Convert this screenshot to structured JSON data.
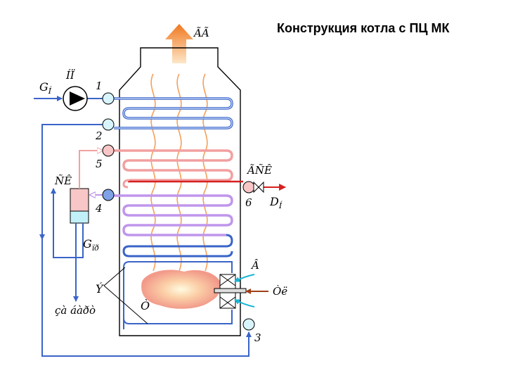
{
  "title": "Конструкция котла с ПЦ МК",
  "labels": {
    "exhaust": "ÃÃ",
    "pump": "ÍÏ",
    "g_n": "G",
    "g_n_sub": "Í",
    "g_pr": "G",
    "g_pr_sub": "ïð",
    "separator": "ÑÊ",
    "steam_out": "ÃÑÊ",
    "d_n": "D",
    "d_n_sub": "Í",
    "air": "Â",
    "fuel": "Òë",
    "furnace": "Ò",
    "screens": "Ý",
    "drain": "çà áàðò",
    "n1": "1",
    "n2": "2",
    "n3": "3",
    "n4": "4",
    "n5": "5",
    "n6": "6"
  },
  "colors": {
    "water_blue": "#3a64c8",
    "pink_coil": "#f2a0a0",
    "red_coil": "#d62020",
    "violet_coil": "#b07ae0",
    "light_violet": "#d2a6f0",
    "node_cyan": "#d8f4fc",
    "node_pink": "#f8c6c6",
    "node_blue": "#7fa2e6",
    "flue_gas_orange": "#f5a05a",
    "air_cyan": "#19b5d6",
    "fuel_brown": "#a0401a"
  }
}
